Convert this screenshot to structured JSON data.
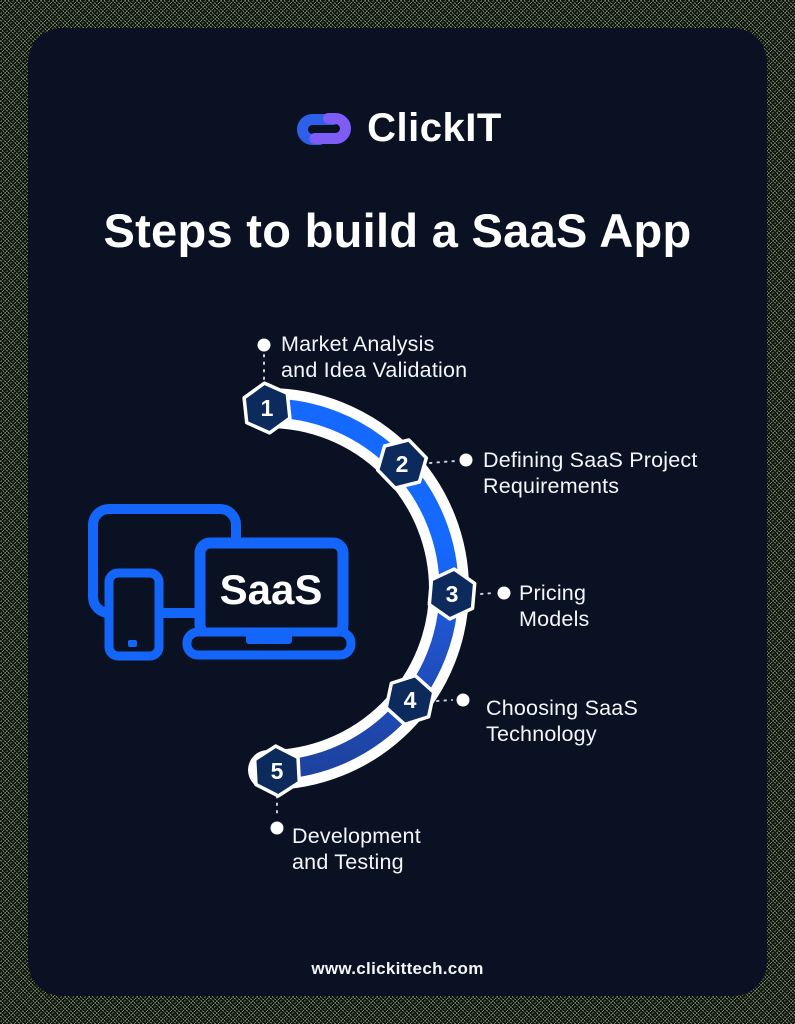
{
  "brand": {
    "name": "ClickIT",
    "icon": "chain-link-icon",
    "icon_blue": "#2E5FE8",
    "icon_purple": "#7E5CF6"
  },
  "title": "Steps to build a SaaS App",
  "diagram": {
    "device_screen_label": "SaaS",
    "device_outline_color": "#1466FB",
    "arc_band_color": "#FFFFFF",
    "arc_blue_start": "#1569FF",
    "arc_blue_end": "#1E429F",
    "hexagon_fill": "#0D2A5C",
    "hexagon_border": "#FFFFFF",
    "connector_color": "#C9CFDA",
    "steps": [
      {
        "num": "1",
        "line1": "Market Analysis",
        "line2": "and Idea Validation"
      },
      {
        "num": "2",
        "line1": "Defining SaaS Project",
        "line2": "Requirements"
      },
      {
        "num": "3",
        "line1": "Pricing",
        "line2": "Models"
      },
      {
        "num": "4",
        "line1": "Choosing SaaS",
        "line2": "Technology"
      },
      {
        "num": "5",
        "line1": "Development",
        "line2": "and Testing"
      }
    ]
  },
  "footer": {
    "website": "www.clickittech.com"
  },
  "colors": {
    "card_background": "#0A1122",
    "outer_texture": "#4d5d48"
  }
}
